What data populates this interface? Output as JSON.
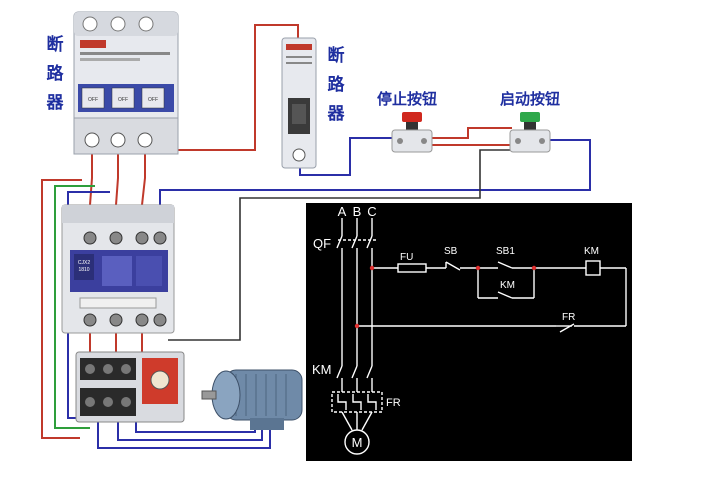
{
  "labels": {
    "breaker_main": [
      "断",
      "路",
      "器"
    ],
    "breaker_ctrl": [
      "断",
      "路",
      "器"
    ],
    "stop_button": "停止按钮",
    "start_button": "启动按钮"
  },
  "device_text": {
    "off_labels": [
      "OFF",
      "OFF",
      "OFF"
    ],
    "contactor_model": "CJX2",
    "contactor_sub": "1810"
  },
  "schematic": {
    "phases": [
      "A",
      "B",
      "C"
    ],
    "qf": "QF",
    "fu": "FU",
    "sb": "SB",
    "sb1": "SB1",
    "km_coil": "KM",
    "km_aux": "KM",
    "fr_contact": "FR",
    "km_main": "KM",
    "fr_relay": "FR",
    "motor": "M"
  },
  "colors": {
    "wire_red": "#c0392b",
    "wire_blue": "#2b2fa8",
    "wire_green": "#2e9e3b",
    "wire_dark": "#333333",
    "schematic_bg": "#000000",
    "schematic_line": "#ffffff",
    "schematic_node": "#e03030",
    "label_blue": "#1f2fa0"
  }
}
